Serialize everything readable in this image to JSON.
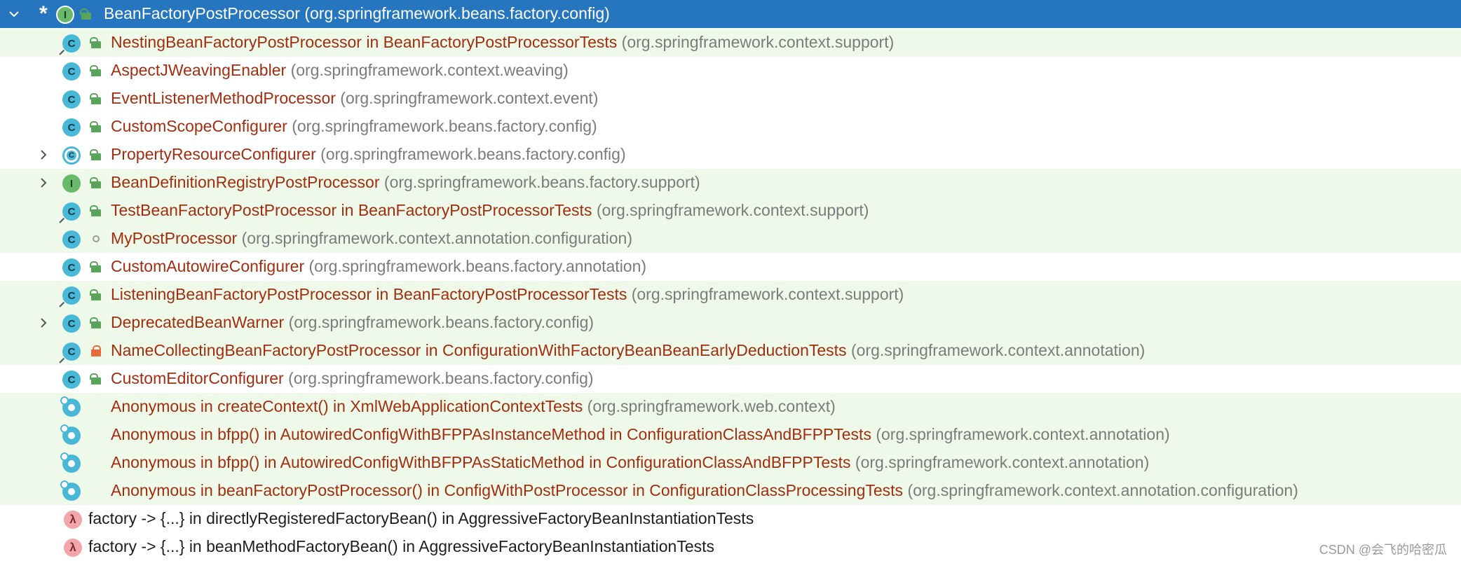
{
  "colors": {
    "selected_bg": "#2675bf",
    "stripe_bg": "#eff9e9",
    "class_name": "#a22e10",
    "package": "#7b7b7b",
    "class_icon": "#48b8d8",
    "interface_icon": "#68b96a",
    "lambda_icon": "#f2a5ab"
  },
  "tree": {
    "root": {
      "marker": "*",
      "icon_letter": "I",
      "icon": "interface-icon",
      "name": "BeanFactoryPostProcessor",
      "package": "(org.springframework.beans.factory.config)",
      "expanded": true
    },
    "rows": [
      {
        "icon": "class-icon",
        "icon_letter": "C",
        "visibility": "public",
        "name": "NestingBeanFactoryPostProcessor in BeanFactoryPostProcessorTests",
        "package": "(org.springframework.context.support)",
        "pinned": true
      },
      {
        "icon": "class-icon",
        "icon_letter": "C",
        "visibility": "public",
        "name": "AspectJWeavingEnabler",
        "package": "(org.springframework.context.weaving)"
      },
      {
        "icon": "class-icon",
        "icon_letter": "C",
        "visibility": "public",
        "name": "EventListenerMethodProcessor",
        "package": "(org.springframework.context.event)"
      },
      {
        "icon": "class-icon",
        "icon_letter": "C",
        "visibility": "public",
        "name": "CustomScopeConfigurer",
        "package": "(org.springframework.beans.factory.config)"
      },
      {
        "icon": "abstract-class-icon",
        "icon_letter": "C",
        "visibility": "public",
        "name": "PropertyResourceConfigurer",
        "package": "(org.springframework.beans.factory.config)",
        "expandable": true
      },
      {
        "icon": "interface-icon",
        "icon_letter": "I",
        "visibility": "public",
        "name": "BeanDefinitionRegistryPostProcessor",
        "package": "(org.springframework.beans.factory.support)",
        "expandable": true
      },
      {
        "icon": "class-icon",
        "icon_letter": "C",
        "visibility": "public",
        "name": "TestBeanFactoryPostProcessor in BeanFactoryPostProcessorTests",
        "package": "(org.springframework.context.support)",
        "pinned": true
      },
      {
        "icon": "class-icon",
        "icon_letter": "C",
        "visibility": "package",
        "name": "MyPostProcessor",
        "package": "(org.springframework.context.annotation.configuration)"
      },
      {
        "icon": "class-icon",
        "icon_letter": "C",
        "visibility": "public",
        "name": "CustomAutowireConfigurer",
        "package": "(org.springframework.beans.factory.annotation)"
      },
      {
        "icon": "class-icon",
        "icon_letter": "C",
        "visibility": "public",
        "name": "ListeningBeanFactoryPostProcessor in BeanFactoryPostProcessorTests",
        "package": "(org.springframework.context.support)",
        "pinned": true
      },
      {
        "icon": "class-icon",
        "icon_letter": "C",
        "visibility": "public",
        "name": "DeprecatedBeanWarner",
        "package": "(org.springframework.beans.factory.config)",
        "expandable": true
      },
      {
        "icon": "class-icon",
        "icon_letter": "C",
        "visibility": "private",
        "name": "NameCollectingBeanFactoryPostProcessor in ConfigurationWithFactoryBeanBeanEarlyDeductionTests",
        "package": "(org.springframework.context.annotation)",
        "pinned": true
      },
      {
        "icon": "class-icon",
        "icon_letter": "C",
        "visibility": "public",
        "name": "CustomEditorConfigurer",
        "package": "(org.springframework.beans.factory.config)"
      },
      {
        "icon": "anonymous-class-icon",
        "name": "Anonymous in createContext() in XmlWebApplicationContextTests",
        "package": "(org.springframework.web.context)"
      },
      {
        "icon": "anonymous-class-icon",
        "name": "Anonymous in bfpp() in AutowiredConfigWithBFPPAsInstanceMethod in ConfigurationClassAndBFPPTests",
        "package": "(org.springframework.context.annotation)"
      },
      {
        "icon": "anonymous-class-icon",
        "name": "Anonymous in bfpp() in AutowiredConfigWithBFPPAsStaticMethod in ConfigurationClassAndBFPPTests",
        "package": "(org.springframework.context.annotation)"
      },
      {
        "icon": "anonymous-class-icon",
        "name": "Anonymous in beanFactoryPostProcessor() in ConfigWithPostProcessor in ConfigurationClassProcessingTests",
        "package": "(org.springframework.context.annotation.configuration)"
      },
      {
        "icon": "lambda-icon",
        "icon_letter": "λ",
        "name": "factory -> {...} in directlyRegisteredFactoryBean() in AggressiveFactoryBeanInstantiationTests",
        "package": ""
      },
      {
        "icon": "lambda-icon",
        "icon_letter": "λ",
        "name": "factory -> {...} in beanMethodFactoryBean() in AggressiveFactoryBeanInstantiationTests",
        "package": ""
      }
    ]
  },
  "watermark": "CSDN @会飞的哈密瓜"
}
